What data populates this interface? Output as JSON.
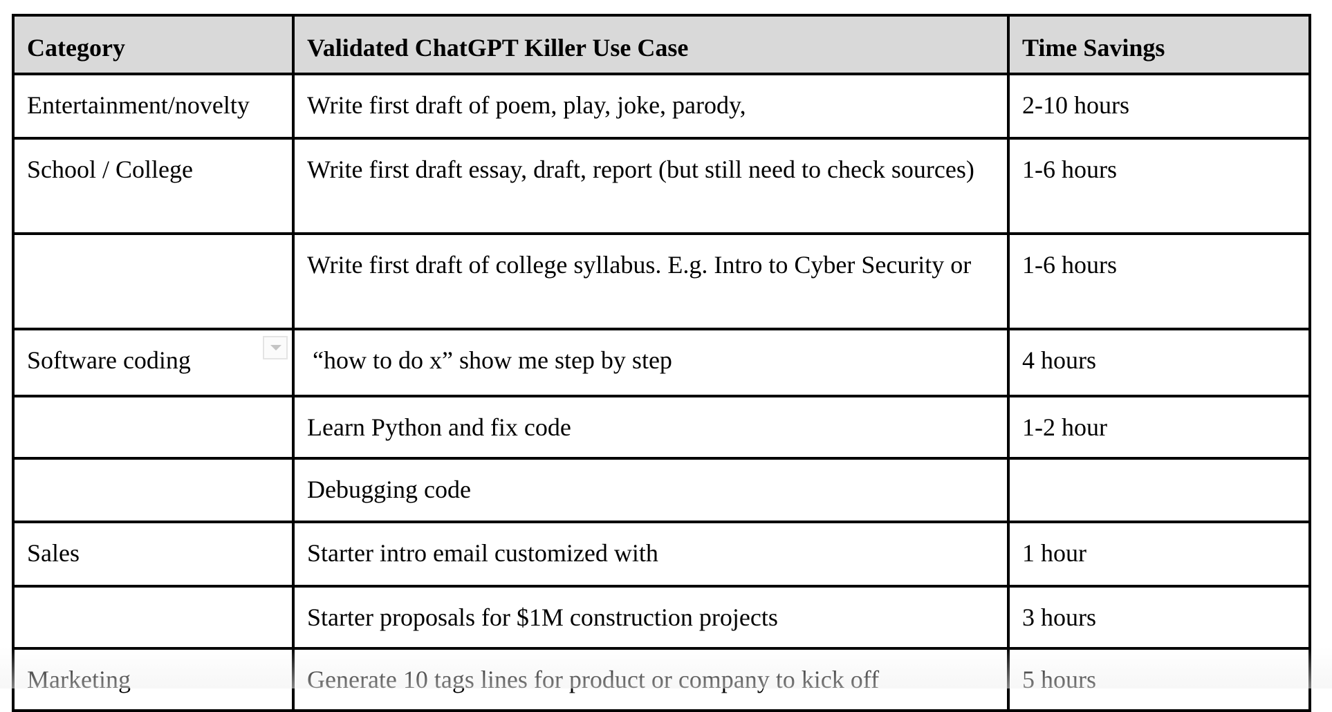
{
  "table": {
    "headers": {
      "category": "Category",
      "use_case": "Validated ChatGPT Killer Use Case",
      "time_savings": "Time Savings"
    },
    "rows": [
      {
        "category": "Entertainment/novelty",
        "use_case": "Write first draft of poem, play, joke, parody,",
        "time_savings": "2-10 hours"
      },
      {
        "category": "School / College",
        "use_case": "Write first draft essay, draft, report (but still need to check sources)",
        "time_savings": "1-6 hours"
      },
      {
        "category": "",
        "use_case": "Write first draft of college syllabus.  E.g. Intro to Cyber Security or",
        "time_savings": "1-6 hours"
      },
      {
        "category": "Software coding",
        "use_case": "“how to do x” show me step by step",
        "time_savings": "4 hours"
      },
      {
        "category": "",
        "use_case": "Learn Python and fix code",
        "time_savings": "1-2 hour"
      },
      {
        "category": "",
        "use_case": "Debugging code",
        "time_savings": ""
      },
      {
        "category": "Sales",
        "use_case": "Starter intro email customized with",
        "time_savings": "1 hour"
      },
      {
        "category": "",
        "use_case": "Starter proposals for $1M construction projects",
        "time_savings": "3 hours"
      },
      {
        "category": "Marketing",
        "use_case": "Generate 10 tags lines for product or company to kick off",
        "time_savings": "5 hours"
      }
    ]
  },
  "icons": {
    "row_dropdown": "chevron-down-icon"
  },
  "colors": {
    "header_bg": "#d9d9d9",
    "border": "#000000",
    "text": "#000000"
  }
}
